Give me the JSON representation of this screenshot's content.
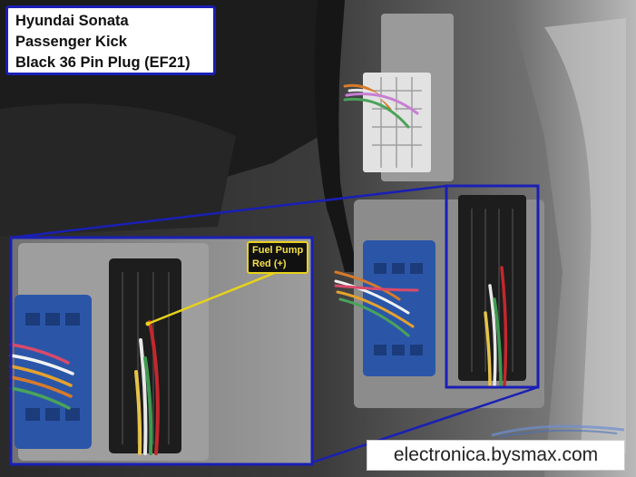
{
  "title": {
    "lines": [
      "Hyundai Sonata",
      "Passenger Kick",
      "Black 36 Pin Plug (EF21)"
    ]
  },
  "callout": {
    "line1": "Fuel Pump",
    "line2": "Red (+)"
  },
  "watermark": "electronica.bysmax.com",
  "colors": {
    "label_border": "#1a1fb5",
    "callout_text": "#f3e04a",
    "callout_border": "#e8d21a",
    "zoom_frame": "#1a1fb5"
  }
}
